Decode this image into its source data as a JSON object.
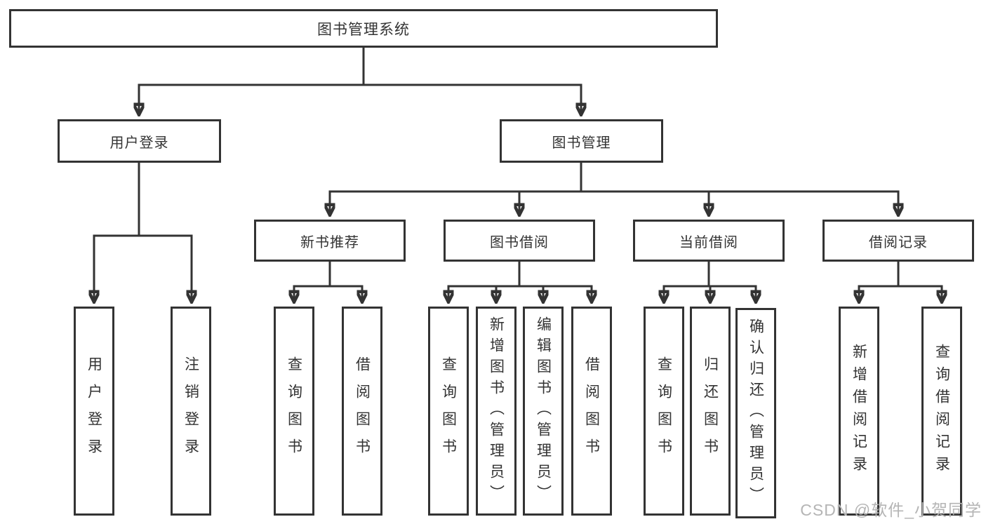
{
  "tree": {
    "root": {
      "label": "图书管理系统"
    },
    "branches": [
      {
        "label": "用户登录",
        "children": [
          {
            "label": "用户登录"
          },
          {
            "label": "注销登录"
          }
        ]
      },
      {
        "label": "图书管理",
        "children": [
          {
            "label": "新书推荐",
            "children": [
              {
                "label": "查询图书"
              },
              {
                "label": "借阅图书"
              }
            ]
          },
          {
            "label": "图书借阅",
            "children": [
              {
                "label": "查询图书"
              },
              {
                "label": "新增图书（管理员）"
              },
              {
                "label": "编辑图书（管理员）"
              },
              {
                "label": "借阅图书"
              }
            ]
          },
          {
            "label": "当前借阅",
            "children": [
              {
                "label": "查询图书"
              },
              {
                "label": "归还图书"
              },
              {
                "label": "确认归还（管理员）"
              }
            ]
          },
          {
            "label": "借阅记录",
            "children": [
              {
                "label": "新增借阅记录"
              },
              {
                "label": "查询借阅记录"
              }
            ]
          }
        ]
      }
    ]
  },
  "watermark": {
    "text": "CSDN @软件_小贺同学"
  },
  "colors": {
    "line": "#333333",
    "box_border": "#333333",
    "text": "#333333",
    "watermark": "#b5b5b5",
    "background": "#ffffff"
  }
}
